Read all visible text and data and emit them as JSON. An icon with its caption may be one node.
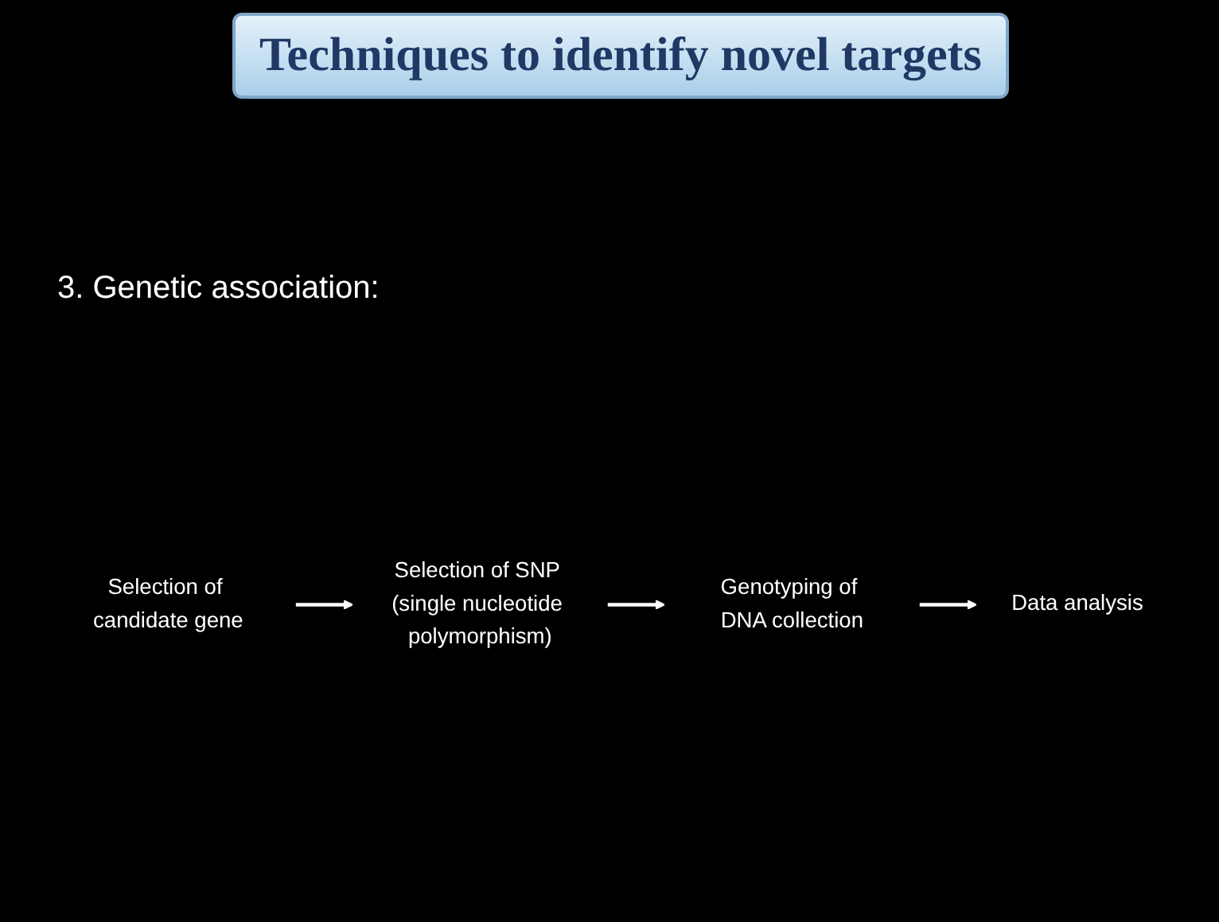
{
  "diagram": {
    "title": "Techniques to identify novel targets",
    "nodes": [
      {
        "text": [
          "Selection of candidate gene"
        ]
      },
      {
        "text": [
          "Selection of SNP (single nucleotide polymorphism)"
        ]
      },
      {
        "text": [
          "Genotyping of DNA collection"
        ]
      },
      {
        "text": [
          "Data analysis"
        ]
      }
    ],
    "edges": [
      {
        "from": 0,
        "to": 1,
        "arrow": "to"
      },
      {
        "from": 1,
        "to": 2,
        "arrow": "to"
      },
      {
        "from": 2,
        "to": 3,
        "arrow": "to"
      }
    ],
    "labels": [
      "3. Genetic association:"
    ]
  }
}
